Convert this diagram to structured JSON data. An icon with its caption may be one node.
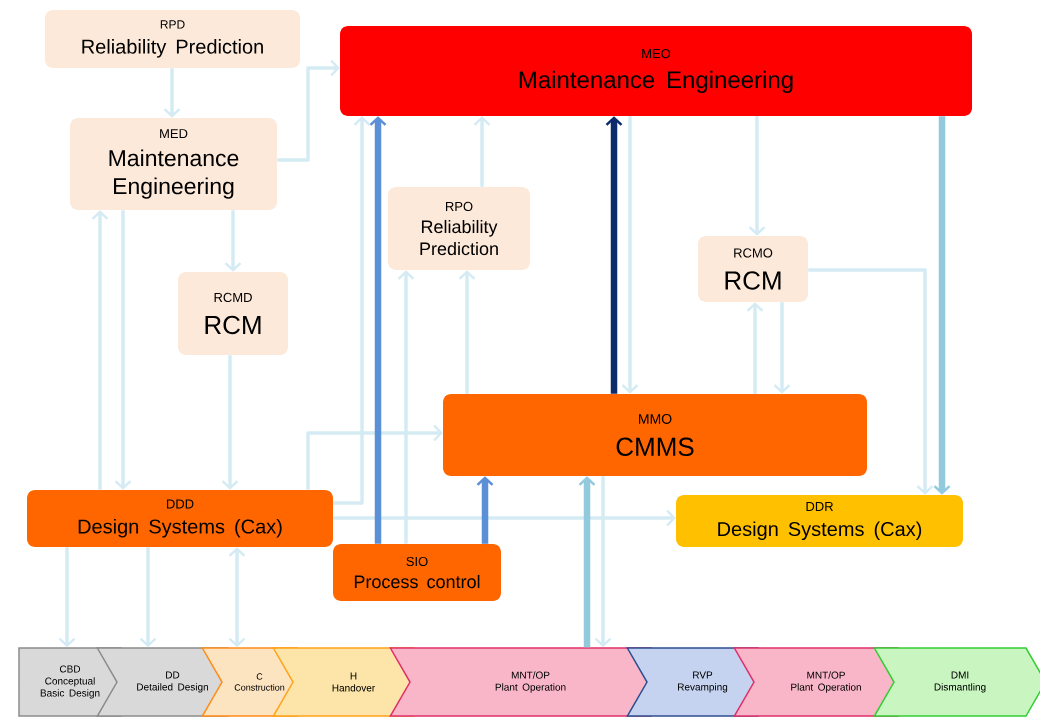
{
  "diagram": {
    "nodes": [
      {
        "text": [
          "RPD",
          "Reliability Prediction"
        ]
      },
      {
        "text": [
          "MED",
          "Maintenance Engineering"
        ]
      },
      {
        "text": [
          "RCMD",
          "RCM"
        ]
      },
      {
        "text": [
          "MEO",
          "Maintenance Engineering"
        ]
      },
      {
        "text": [
          "RPO",
          "Reliability Prediction"
        ]
      },
      {
        "text": [
          "RCMO",
          "RCM"
        ]
      },
      {
        "text": [
          "MMO",
          "CMMS"
        ]
      },
      {
        "text": [
          "DDD",
          "Design Systems (Cax)"
        ]
      },
      {
        "text": [
          "SIO",
          "Process control"
        ]
      },
      {
        "text": [
          "DDR",
          "Design Systems (Cax)"
        ]
      },
      {
        "text": [
          "CBD",
          "Conceptual Basic Design"
        ]
      },
      {
        "text": [
          "DD",
          "Detailed Design"
        ]
      },
      {
        "text": [
          "C",
          "Construction"
        ]
      },
      {
        "text": [
          "H",
          "Handover"
        ]
      },
      {
        "text": [
          "MNT/OP",
          "Plant Operation"
        ]
      },
      {
        "text": [
          "RVP",
          "Revamping"
        ]
      },
      {
        "text": [
          "MNT/OP",
          "Plant Operation"
        ]
      },
      {
        "text": [
          "DMI",
          "Dismantling"
        ]
      }
    ],
    "edges": [
      {
        "from": 0,
        "to": 1,
        "arrow": "to"
      },
      {
        "from": 1,
        "to": 3,
        "arrow": "to"
      },
      {
        "from": 1,
        "to": 2,
        "arrow": "to"
      },
      {
        "from": 7,
        "to": 1,
        "arrow": "to"
      },
      {
        "from": 1,
        "to": 7,
        "arrow": "to"
      },
      {
        "from": 2,
        "to": 7,
        "arrow": "to"
      },
      {
        "from": 7,
        "to": 6,
        "arrow": "to"
      },
      {
        "from": 7,
        "to": 3,
        "arrow": "to"
      },
      {
        "from": 7,
        "to": 9,
        "arrow": "to"
      },
      {
        "from": 8,
        "to": 3,
        "arrow": "to",
        "style": "thick",
        "color": "#5b8fd6"
      },
      {
        "from": 8,
        "to": 6,
        "arrow": "to",
        "style": "thick",
        "color": "#5b8fd6"
      },
      {
        "from": 8,
        "to": 4,
        "arrow": "to"
      },
      {
        "from": 6,
        "to": 4,
        "arrow": "to"
      },
      {
        "from": 4,
        "to": 3,
        "arrow": "to"
      },
      {
        "from": 6,
        "to": 3,
        "arrow": "to",
        "style": "thick",
        "color": "#0d2a6b"
      },
      {
        "from": 3,
        "to": 6,
        "arrow": "to"
      },
      {
        "from": 3,
        "to": 5,
        "arrow": "to"
      },
      {
        "from": 6,
        "to": 5,
        "arrow": "to"
      },
      {
        "from": 5,
        "to": 6,
        "arrow": "to"
      },
      {
        "from": 5,
        "to": 9,
        "arrow": "to"
      },
      {
        "from": 3,
        "to": 9,
        "arrow": "to",
        "style": "thick",
        "color": "#92c9dc"
      },
      {
        "from": 14,
        "to": 6,
        "arrow": "to",
        "style": "thick",
        "color": "#92c9dc"
      },
      {
        "from": 6,
        "to": 14,
        "arrow": "to"
      },
      {
        "from": 7,
        "to": 10,
        "arrow": "to"
      },
      {
        "from": 7,
        "to": 11,
        "arrow": "to"
      },
      {
        "from": 7,
        "to": 12,
        "arrow": "both"
      }
    ]
  }
}
